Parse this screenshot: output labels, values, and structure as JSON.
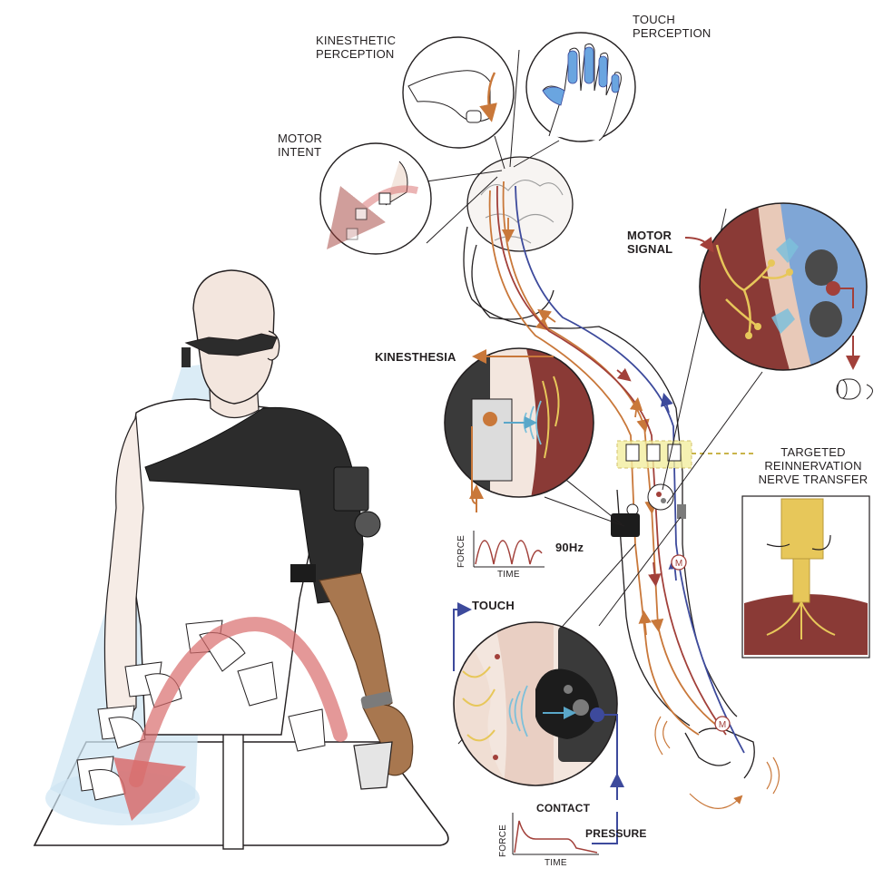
{
  "labels": {
    "kinesthetic_perception": [
      "KINESTHETIC",
      "PERCEPTION"
    ],
    "touch_perception": [
      "TOUCH",
      "PERCEPTION"
    ],
    "motor_intent": [
      "MOTOR",
      "INTENT"
    ],
    "motor_signal": [
      "MOTOR",
      "SIGNAL"
    ],
    "kinesthesia": "KINESTHESIA",
    "targeted_reinnervation": [
      "TARGETED",
      "REINNERVATION",
      "NERVE TRANSFER"
    ],
    "touch": "TOUCH",
    "frequency": "90Hz",
    "contact": "CONTACT",
    "pressure": "PRESSURE",
    "force_axis_1": "FORCE",
    "time_axis_1": "TIME",
    "force_axis_2": "FORCE",
    "time_axis_2": "TIME",
    "motor_marker_1": "M",
    "motor_marker_2": "M"
  },
  "colors": {
    "ink": "#231f20",
    "motor": "#a2403a",
    "kinesthetic": "#c9783a",
    "touch": "#3d4a9c",
    "nerve": "#e7c75a",
    "muscle": "#8a3a36",
    "skin": "#f0ded3",
    "sleeve": "#2c2c2c",
    "prosthesis": "#a8774f",
    "trajectory": "#d86c6c",
    "cone": "#cfe6f3"
  }
}
